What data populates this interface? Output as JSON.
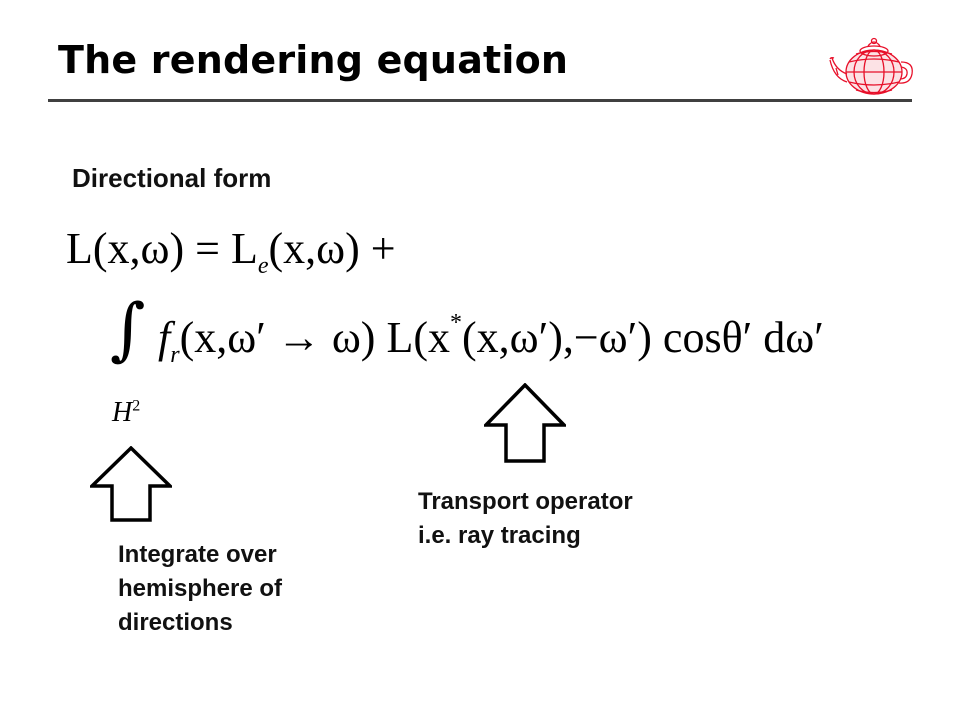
{
  "title": "The rendering equation",
  "subtitle": "Directional form",
  "equation": {
    "line1": {
      "lhs": "L(x,ω)",
      "eq": "=",
      "term1_L": "L",
      "term1_sub": "e",
      "term1_args": "(x,ω)",
      "plus": "+"
    },
    "line2": {
      "integral_symbol": "∫",
      "f": "f",
      "f_sub": "r",
      "f_args": "(x,ω′ → ω)",
      "L": "L(x",
      "star": "*",
      "L_rest": "(x,ω′),−ω′)",
      "cos": "cos",
      "theta": "θ′ dω′"
    },
    "domain": "H",
    "domain_sup": "2"
  },
  "captions": {
    "left": [
      "Integrate over",
      "hemisphere of",
      "directions"
    ],
    "right": [
      "Transport operator",
      "i.e. ray tracing"
    ]
  },
  "icons": {
    "logo": "wireframe-teapot-icon",
    "arrow": "up-arrow-icon"
  },
  "colors": {
    "logo": "#e8102a",
    "rule": "#404040"
  }
}
